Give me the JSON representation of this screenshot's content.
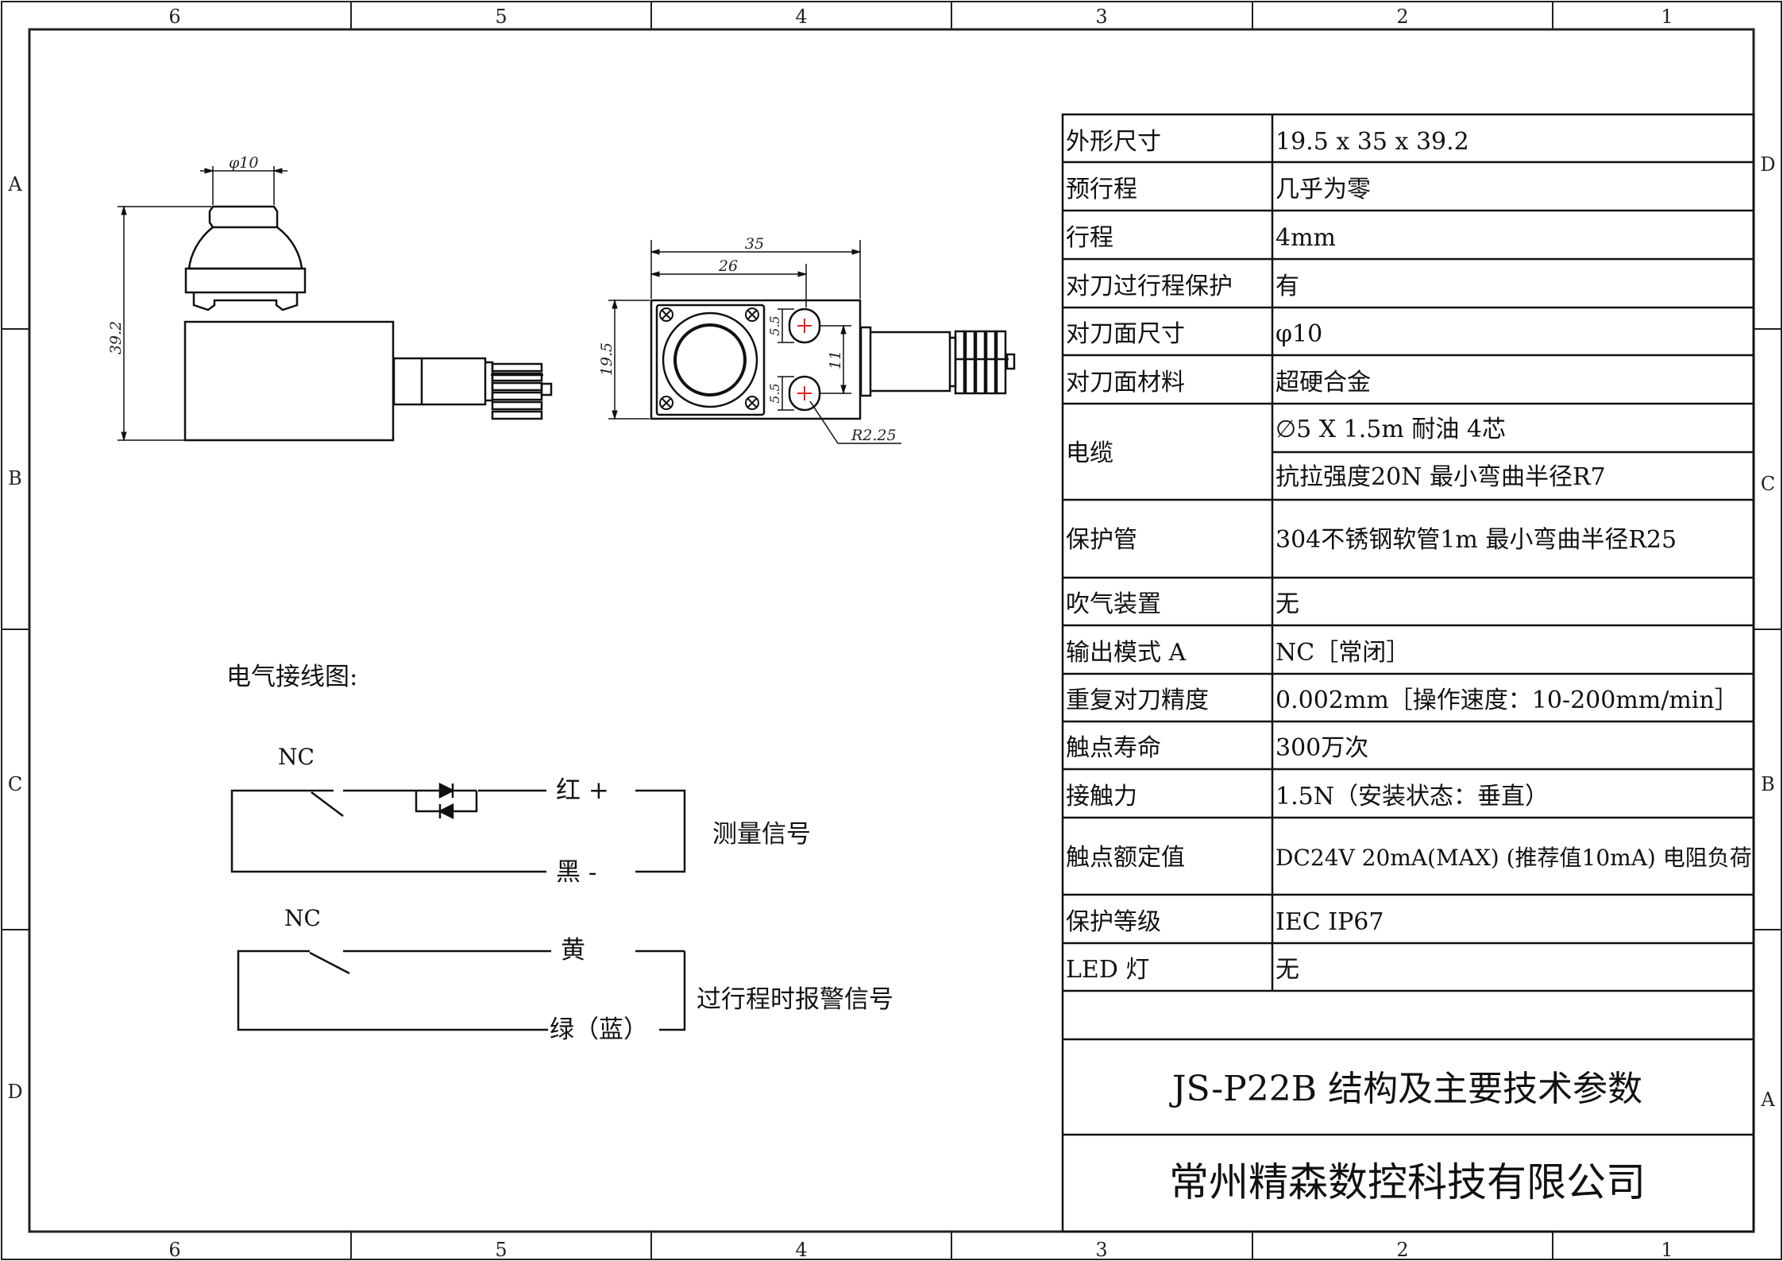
{
  "zones": {
    "top": [
      "6",
      "5",
      "4",
      "3",
      "2",
      "1"
    ],
    "bottom": [
      "6",
      "5",
      "4",
      "3",
      "2",
      "1"
    ],
    "left": [
      "A",
      "B",
      "C",
      "D"
    ],
    "right": [
      "D",
      "C",
      "B",
      "A"
    ]
  },
  "dims": {
    "phi10": "φ10",
    "h39_2": "39.2",
    "w35": "35",
    "w26": "26",
    "h19_5": "19.5",
    "s5_5a": "5.5",
    "s5_5b": "5.5",
    "s11": "11",
    "r2_25": "R2.25"
  },
  "wiring": {
    "title": "电气接线图:",
    "nc1": "NC",
    "red": "红 +",
    "black": "黑 -",
    "measure": "测量信号",
    "nc2": "NC",
    "yellow": "黄",
    "green": "绿（蓝）",
    "alarm": "过行程时报警信号"
  },
  "specs": [
    {
      "label": "外形尺寸",
      "value": "19.5 x 35 x 39.2"
    },
    {
      "label": "预行程",
      "value": "几乎为零"
    },
    {
      "label": "行程",
      "value": "4mm"
    },
    {
      "label": "对刀过行程保护",
      "value": "有"
    },
    {
      "label": "对刀面尺寸",
      "value": "φ10"
    },
    {
      "label": "对刀面材料",
      "value": "超硬合金"
    },
    {
      "label": "电缆",
      "value": "∅5 X 1.5m 耐油 4芯",
      "value2": "抗拉强度20N 最小弯曲半径R7"
    },
    {
      "label": "保护管",
      "value": "304不锈钢软管1m 最小弯曲半径R25"
    },
    {
      "label": "吹气装置",
      "value": "无"
    },
    {
      "label": "输出模式 A",
      "value": "NC［常闭］"
    },
    {
      "label": "重复对刀精度",
      "value": "0.002mm［操作速度：10-200mm/min］"
    },
    {
      "label": "触点寿命",
      "value": "300万次"
    },
    {
      "label": "接触力",
      "value": "1.5N（安装状态：垂直）"
    },
    {
      "label": "触点额定值",
      "value": "DC24V 20mA(MAX) (推荐值10mA) 电阻负荷"
    },
    {
      "label": "保护等级",
      "value": "IEC IP67"
    },
    {
      "label": "LED 灯",
      "value": "无"
    }
  ],
  "title_block": {
    "drawing_title": "JS-P22B 结构及主要技术参数",
    "company": "常州精森数控科技有限公司"
  }
}
